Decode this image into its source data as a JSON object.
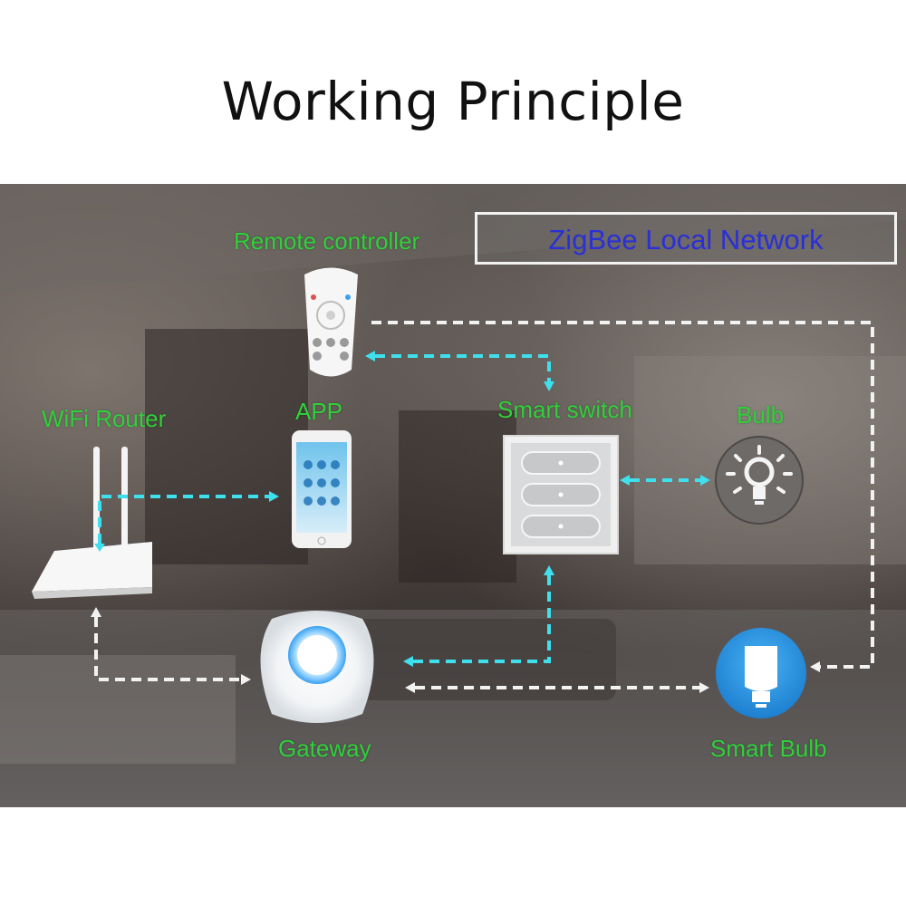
{
  "title": "Working Principle",
  "network_label": "ZigBee Local Network",
  "devices": {
    "remote": "Remote controller",
    "router": "WiFi Router",
    "app": "APP",
    "smart_switch": "Smart switch",
    "bulb": "Bulb",
    "gateway": "Gateway",
    "smart_bulb": "Smart Bulb"
  },
  "colors": {
    "device_label": "#2fd13a",
    "network_text": "#2a2fd6",
    "wifi_link": "#3fe0ee",
    "zigbee_link": "#f2f2f2"
  }
}
